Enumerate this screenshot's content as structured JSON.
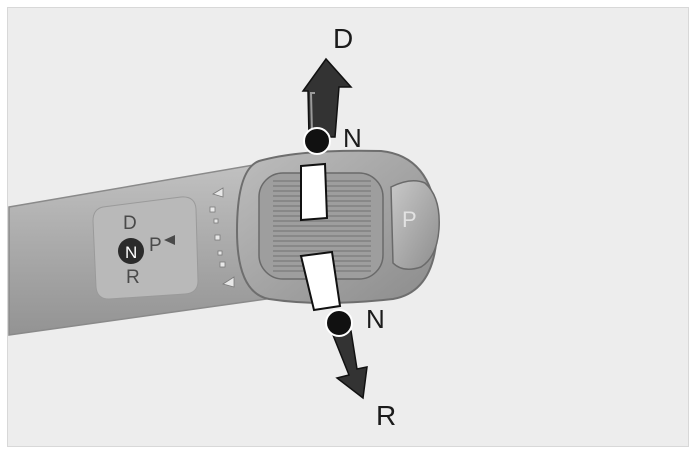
{
  "labels": {
    "drive_top": "D",
    "neutral_upper": "N",
    "neutral_lower": "N",
    "reverse_bottom": "R",
    "p_button": "P"
  },
  "indicator": {
    "d": "D",
    "n": "N",
    "p": "P",
    "r": "R"
  },
  "colors": {
    "background": "#ededed",
    "stalk": "#a9a9a9",
    "knob": "#a2a2a2",
    "arrow": "#333333",
    "marker": "#111111",
    "text": "#1b1b1b"
  }
}
